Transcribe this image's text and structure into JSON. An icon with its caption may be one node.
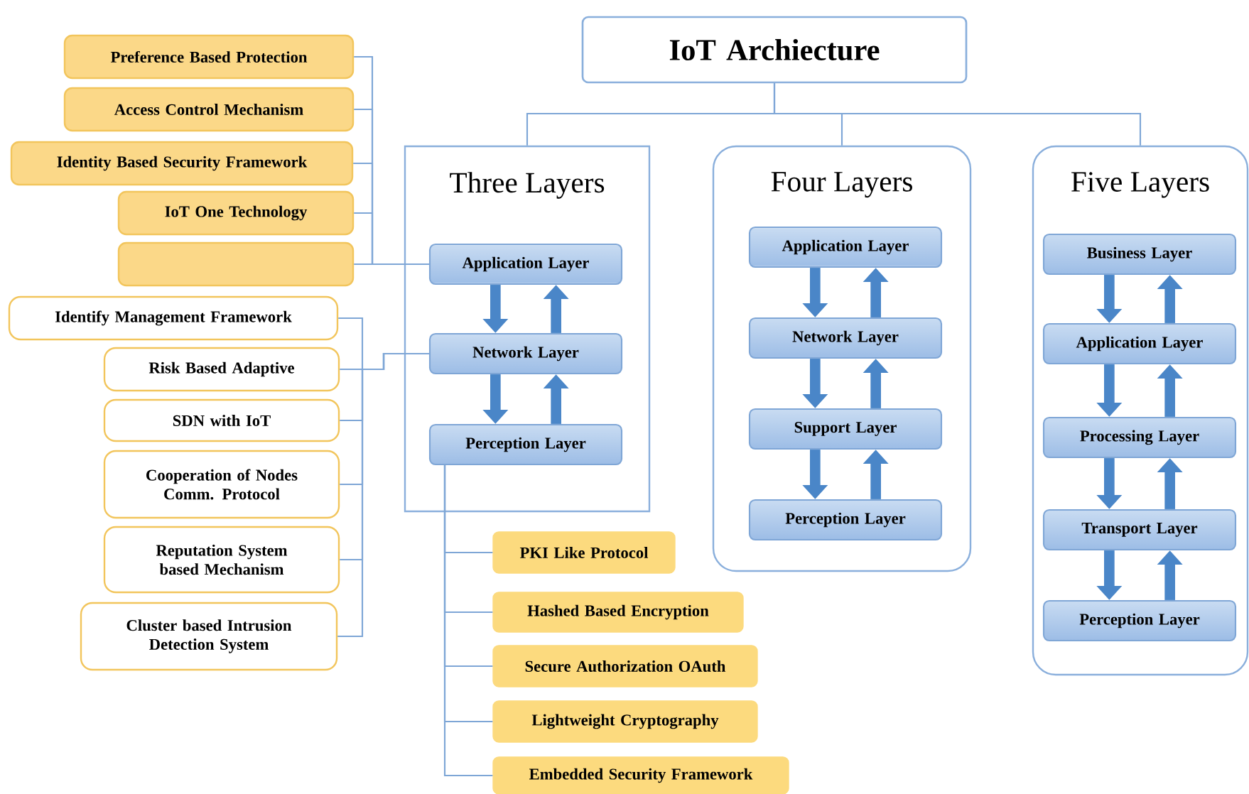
{
  "diagram": {
    "nodes": [
      {
        "text": [
          "IoT Archiecture"
        ]
      },
      {
        "text": [
          "Three Layers"
        ]
      },
      {
        "text": [
          "Application Layer"
        ],
        "in": 1
      },
      {
        "text": [
          "Network Layer"
        ],
        "in": 1
      },
      {
        "text": [
          "Perception Layer"
        ],
        "in": 1
      },
      {
        "text": [
          "Four Layers"
        ]
      },
      {
        "text": [
          "Application Layer"
        ],
        "in": 5
      },
      {
        "text": [
          "Network Layer"
        ],
        "in": 5
      },
      {
        "text": [
          "Support Layer"
        ],
        "in": 5
      },
      {
        "text": [
          "Perception Layer"
        ],
        "in": 5
      },
      {
        "text": [
          "Five Layers"
        ]
      },
      {
        "text": [
          "Business Layer"
        ],
        "in": 10
      },
      {
        "text": [
          "Application Layer"
        ],
        "in": 10
      },
      {
        "text": [
          "Processing Layer"
        ],
        "in": 10
      },
      {
        "text": [
          "Transport Layer"
        ],
        "in": 10
      },
      {
        "text": [
          "Perception Layer"
        ],
        "in": 10
      },
      {
        "text": [
          "Preference Based Protection"
        ]
      },
      {
        "text": [
          "Access Control Mechanism"
        ]
      },
      {
        "text": [
          "Identity Based Security Framework"
        ]
      },
      {
        "text": [
          "IoT One Technology"
        ]
      },
      {
        "text": [],
        "shape": "box"
      },
      {
        "text": [
          "Identify Management Framework"
        ]
      },
      {
        "text": [
          "Risk Based Adaptive"
        ]
      },
      {
        "text": [
          "SDN with IoT"
        ]
      },
      {
        "text": [
          "Cooperation of Nodes Comm. Protocol"
        ]
      },
      {
        "text": [
          "Reputation System based Mechanism"
        ]
      },
      {
        "text": [
          "Cluster based Intrusion Detection System"
        ]
      },
      {
        "text": [
          "PKI Like Protocol"
        ]
      },
      {
        "text": [
          "Hashed Based Encryption"
        ]
      },
      {
        "text": [
          "Secure Authorization OAuth"
        ]
      },
      {
        "text": [
          "Lightweight Cryptography"
        ]
      },
      {
        "text": [
          "Embedded Security Framework"
        ]
      }
    ],
    "edges": [
      {
        "from": 0,
        "to": 1,
        "arrow": "none"
      },
      {
        "from": 0,
        "to": 5,
        "arrow": "none"
      },
      {
        "from": 0,
        "to": 10,
        "arrow": "none"
      },
      {
        "from": 16,
        "to": 2,
        "arrow": "none"
      },
      {
        "from": 17,
        "to": 2,
        "arrow": "none"
      },
      {
        "from": 18,
        "to": 2,
        "arrow": "none"
      },
      {
        "from": 19,
        "to": 2,
        "arrow": "none"
      },
      {
        "from": 20,
        "to": 2,
        "arrow": "none"
      },
      {
        "from": 21,
        "to": 3,
        "arrow": "none"
      },
      {
        "from": 22,
        "to": 3,
        "arrow": "none"
      },
      {
        "from": 23,
        "to": 3,
        "arrow": "none"
      },
      {
        "from": 24,
        "to": 3,
        "arrow": "none"
      },
      {
        "from": 25,
        "to": 3,
        "arrow": "none"
      },
      {
        "from": 26,
        "to": 3,
        "arrow": "none"
      },
      {
        "from": 4,
        "to": 27,
        "arrow": "none"
      },
      {
        "from": 4,
        "to": 28,
        "arrow": "none"
      },
      {
        "from": 4,
        "to": 29,
        "arrow": "none"
      },
      {
        "from": 4,
        "to": 30,
        "arrow": "none"
      },
      {
        "from": 4,
        "to": 31,
        "arrow": "none"
      },
      {
        "from": 2,
        "to": 3,
        "arrow": "to",
        "style": "thick",
        "color": "#4a86c8"
      },
      {
        "from": 3,
        "to": 2,
        "arrow": "to",
        "style": "thick",
        "color": "#4a86c8"
      },
      {
        "from": 3,
        "to": 4,
        "arrow": "to",
        "style": "thick",
        "color": "#4a86c8"
      },
      {
        "from": 4,
        "to": 3,
        "arrow": "to",
        "style": "thick",
        "color": "#4a86c8"
      },
      {
        "from": 6,
        "to": 7,
        "arrow": "to",
        "style": "thick",
        "color": "#4a86c8"
      },
      {
        "from": 7,
        "to": 6,
        "arrow": "to",
        "style": "thick",
        "color": "#4a86c8"
      },
      {
        "from": 7,
        "to": 8,
        "arrow": "to",
        "style": "thick",
        "color": "#4a86c8"
      },
      {
        "from": 8,
        "to": 7,
        "arrow": "to",
        "style": "thick",
        "color": "#4a86c8"
      },
      {
        "from": 8,
        "to": 9,
        "arrow": "to",
        "style": "thick",
        "color": "#4a86c8"
      },
      {
        "from": 9,
        "to": 8,
        "arrow": "to",
        "style": "thick",
        "color": "#4a86c8"
      },
      {
        "from": 11,
        "to": 12,
        "arrow": "to",
        "style": "thick",
        "color": "#4a86c8"
      },
      {
        "from": 12,
        "to": 11,
        "arrow": "to",
        "style": "thick",
        "color": "#4a86c8"
      },
      {
        "from": 12,
        "to": 13,
        "arrow": "to",
        "style": "thick",
        "color": "#4a86c8"
      },
      {
        "from": 13,
        "to": 12,
        "arrow": "to",
        "style": "thick",
        "color": "#4a86c8"
      },
      {
        "from": 13,
        "to": 14,
        "arrow": "to",
        "style": "thick",
        "color": "#4a86c8"
      },
      {
        "from": 14,
        "to": 13,
        "arrow": "to",
        "style": "thick",
        "color": "#4a86c8"
      },
      {
        "from": 14,
        "to": 15,
        "arrow": "to",
        "style": "thick",
        "color": "#4a86c8"
      },
      {
        "from": 15,
        "to": 14,
        "arrow": "to",
        "style": "thick",
        "color": "#4a86c8"
      }
    ]
  }
}
